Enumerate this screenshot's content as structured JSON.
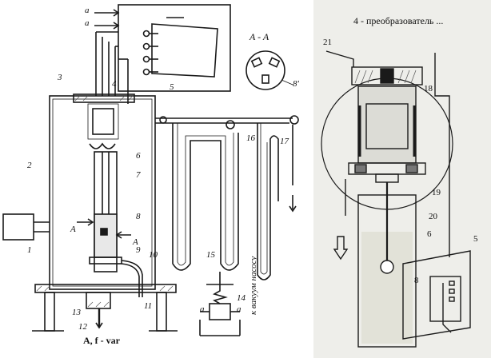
{
  "left_figure": {
    "input_a_top": "a",
    "input_a_bottom": "a",
    "section_label": "A - A",
    "arrow_A_right": "A",
    "arrow_A_left": "A",
    "caption": "A, f - var",
    "vertical_text": "к вакуум насосу",
    "valve_a_left": "a",
    "valve_a_right": "a",
    "numbers": {
      "n1": "1",
      "n2": "2",
      "n3": "3",
      "n4": "4",
      "n5": "5",
      "n6": "6",
      "n7": "7",
      "n8": "8",
      "n8p": "8'",
      "n9": "9",
      "n10": "10",
      "n11": "11",
      "n12": "12",
      "n13": "13",
      "n14": "14",
      "n15": "15",
      "n16": "16",
      "n17": "17"
    }
  },
  "right_figure": {
    "title": "4 - преобразователь ...",
    "numbers": {
      "n21": "21",
      "n18": "18",
      "n19": "19",
      "n20": "20",
      "n6": "6",
      "n5": "5",
      "n8": "8"
    }
  },
  "colors": {
    "ink": "#1a1a1a",
    "right_bg": "#eeeeea",
    "hatch": "#555555"
  }
}
